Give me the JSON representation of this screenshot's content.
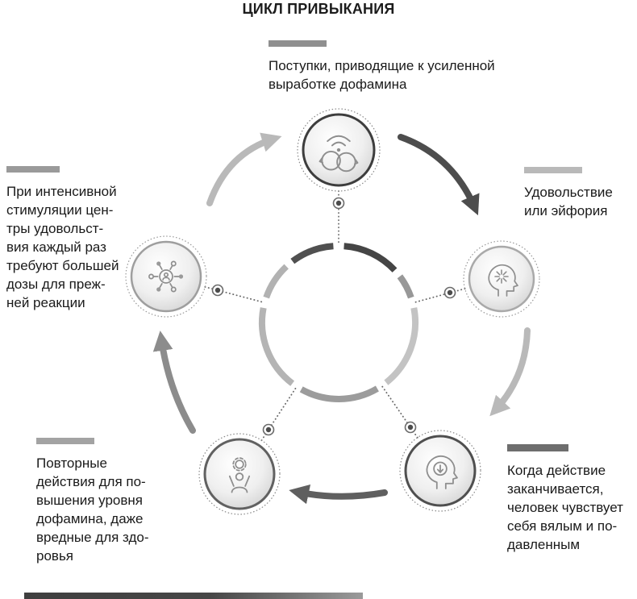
{
  "title": "ЦИКЛ ПРИВЫКАНИЯ",
  "sequence": [
    "actions",
    "pleasure",
    "crash",
    "repeat",
    "tolerance"
  ],
  "nodes": {
    "actions": {
      "label": "Поступки, приводящие к усиленной\nвыработке дофамина",
      "icon": "two-heads-signal-icon"
    },
    "pleasure": {
      "label": "Удовольствие\nили эйфория",
      "icon": "head-spark-icon"
    },
    "crash": {
      "label": "Когда действие\nзаканчивается,\nчеловек чувствует\nсебя вялым и по-\nдавленным",
      "icon": "head-down-arrow-icon"
    },
    "repeat": {
      "label": "Повторные\nдействия для по-\nвышения уровня\nдофамина, даже\nвредные для здо-\nровья",
      "icon": "person-gear-icon"
    },
    "tolerance": {
      "label": "При интенсивной\nстимуляции цен-\nтры удовольст-\nвия каждый раз\nтребуют большей\nдозы для преж-\nней реакции",
      "icon": "network-hub-icon"
    }
  },
  "palette": {
    "text": "#1a1a1a",
    "bar_top": "#8f8f8f",
    "bar_right": "#b9b9b9",
    "bar_left": "#9a9a9a",
    "bar_bottom_left": "#a3a3a3",
    "bar_bottom_right": "#6e6e6e",
    "arrow_dark": "#4d4d4d",
    "arrow_mid_dark": "#5f5f5f",
    "arrow_medium": "#8c8c8c",
    "arrow_light": "#b9b9b9",
    "ring_dark": "#454545",
    "ring_medium": "#9c9c9c",
    "ring_light": "#c3c3c3",
    "icon_stroke": "#8e8e8e"
  }
}
